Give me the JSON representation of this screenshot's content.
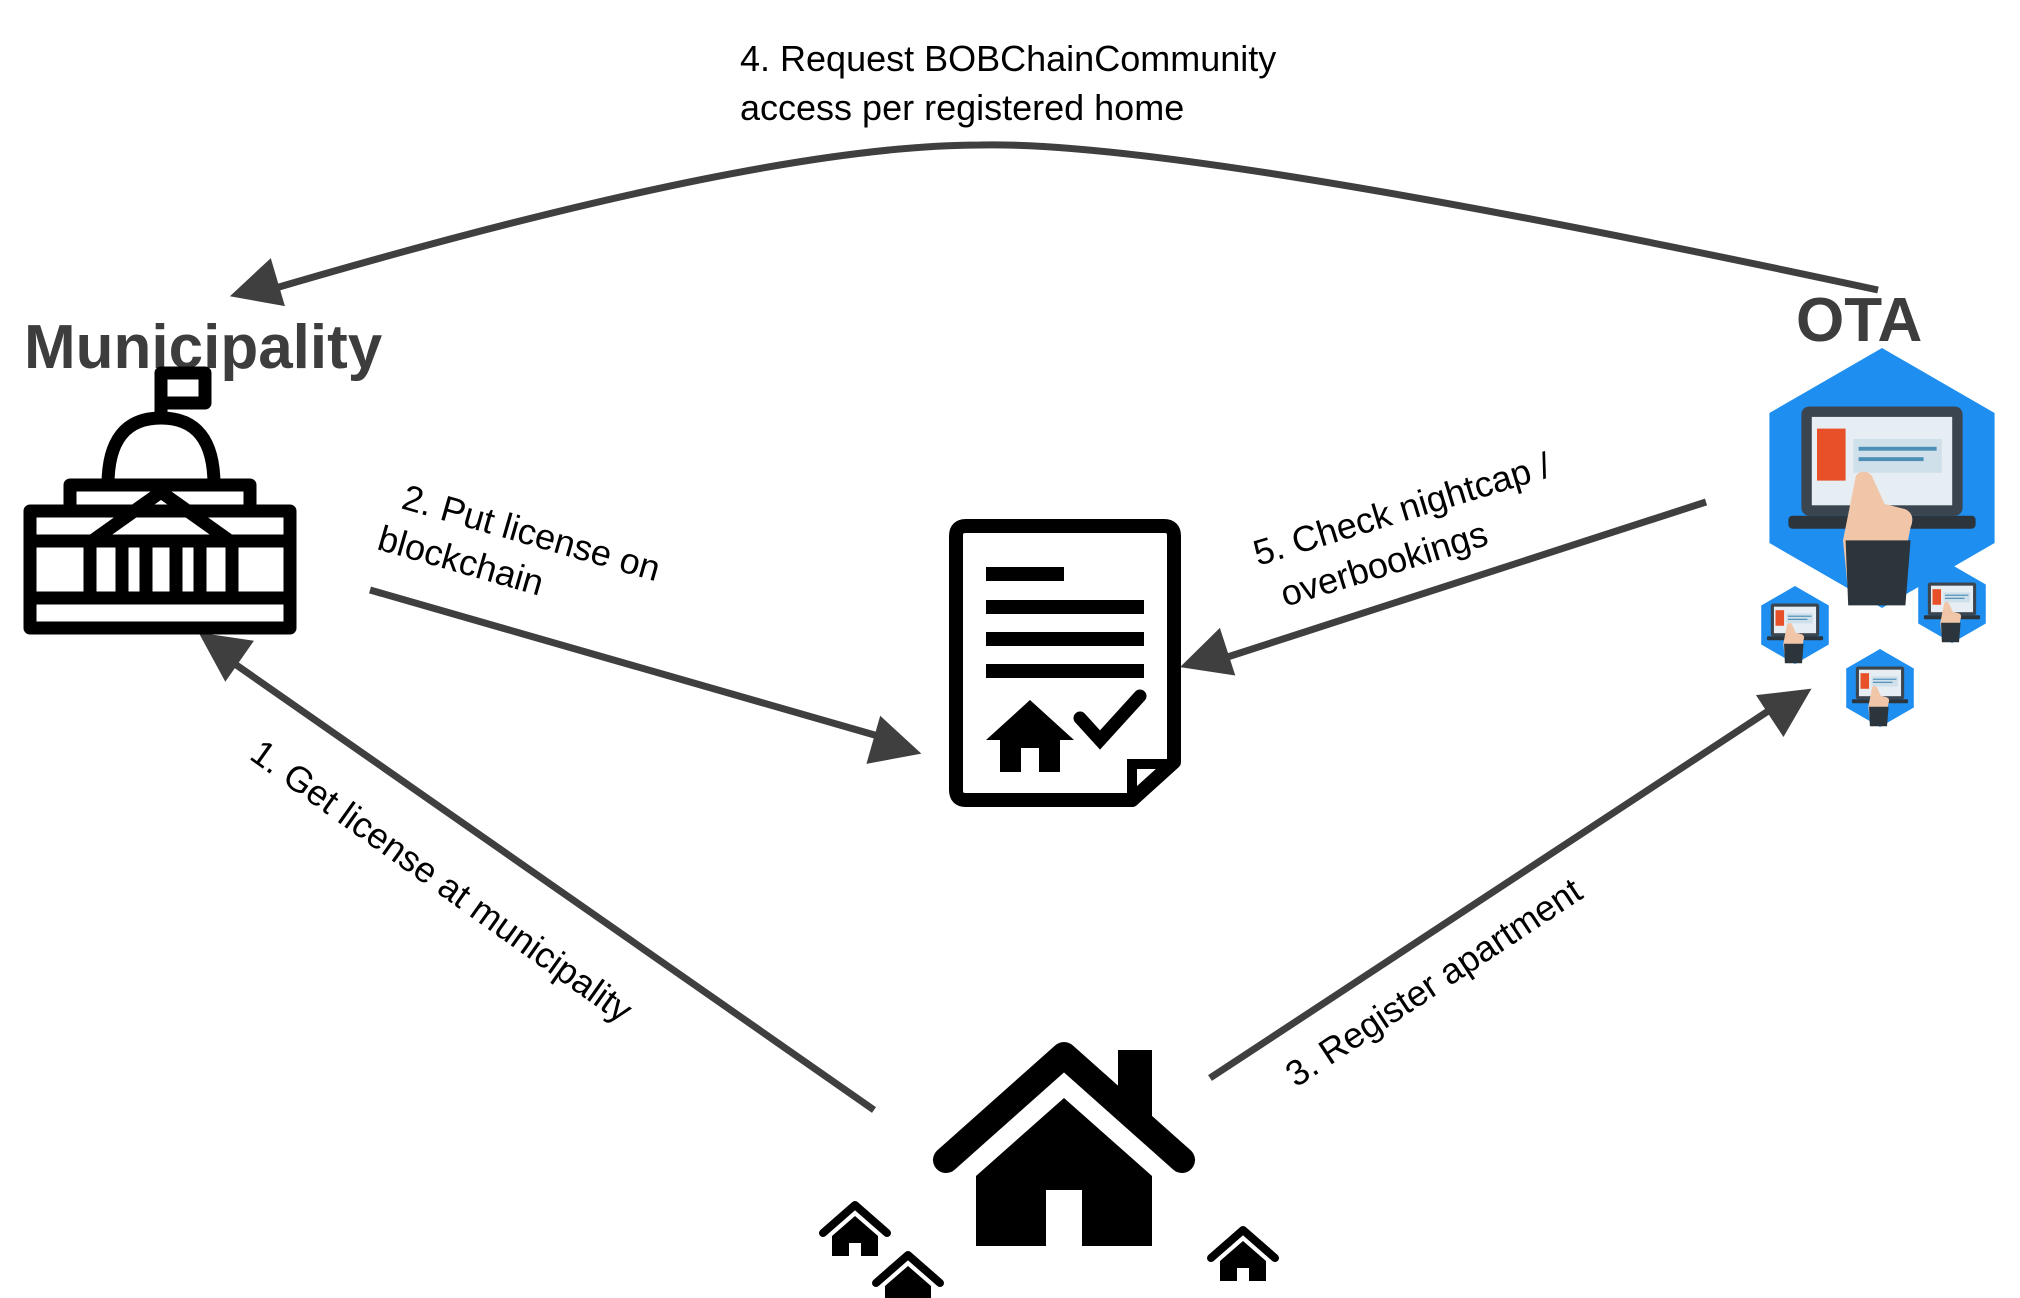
{
  "nodes": {
    "municipality": {
      "title": "Municipality",
      "icon": "government-building-icon"
    },
    "ota": {
      "title": "OTA",
      "icon": "booking-laptop-hexagon-icon"
    },
    "blockchain": {
      "icon": "license-document-icon"
    },
    "homes": {
      "icon": "house-icon"
    }
  },
  "edges": [
    {
      "id": "e1",
      "from": "homes",
      "to": "municipality",
      "label": [
        "1. Get license at municipality"
      ]
    },
    {
      "id": "e2",
      "from": "municipality",
      "to": "blockchain",
      "label": [
        "2. Put license on",
        "blockchain"
      ]
    },
    {
      "id": "e3",
      "from": "homes",
      "to": "ota",
      "label": [
        "3. Register apartment"
      ]
    },
    {
      "id": "e4",
      "from": "ota",
      "to": "municipality",
      "label": [
        "4. Request BOBChainCommunity",
        "access per registered home"
      ]
    },
    {
      "id": "e5",
      "from": "ota",
      "to": "blockchain",
      "label": [
        "5. Check nightcap /",
        "overbookings"
      ]
    }
  ],
  "colors": {
    "arrow": "#3f3f3f",
    "title": "#3d3d3d",
    "icon": "#000000",
    "hex_blue": "#1e8ff0",
    "hex_dark": "#0a5fb8",
    "screen": "#e6eef3",
    "accent_orange": "#e8502a"
  }
}
